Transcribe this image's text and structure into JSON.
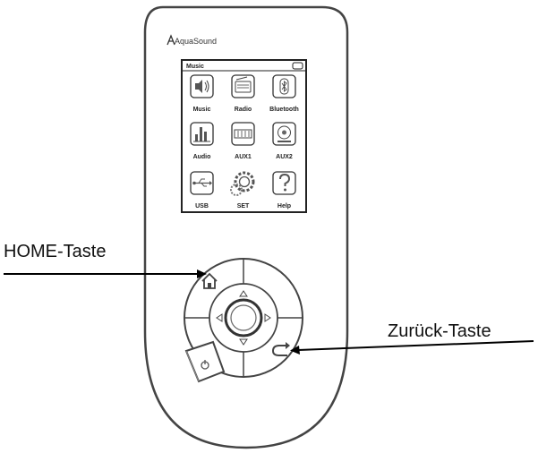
{
  "brand": "AquaSound",
  "screen": {
    "title": "Music",
    "tiles": [
      {
        "label": "Music",
        "icon": "speaker-icon"
      },
      {
        "label": "Radio",
        "icon": "radio-icon"
      },
      {
        "label": "Bluetooth",
        "icon": "bluetooth-icon"
      },
      {
        "label": "Audio",
        "icon": "equalizer-icon"
      },
      {
        "label": "AUX1",
        "icon": "aux1-icon"
      },
      {
        "label": "AUX2",
        "icon": "disc-icon"
      },
      {
        "label": "USB",
        "icon": "usb-icon"
      },
      {
        "label": "SET",
        "icon": "gear-icon"
      },
      {
        "label": "Help",
        "icon": "question-icon"
      }
    ]
  },
  "callouts": {
    "home": "HOME-Taste",
    "back": "Zurück-Taste"
  },
  "colors": {
    "outline": "#555555",
    "body": "#ffffff",
    "text": "#111111"
  }
}
